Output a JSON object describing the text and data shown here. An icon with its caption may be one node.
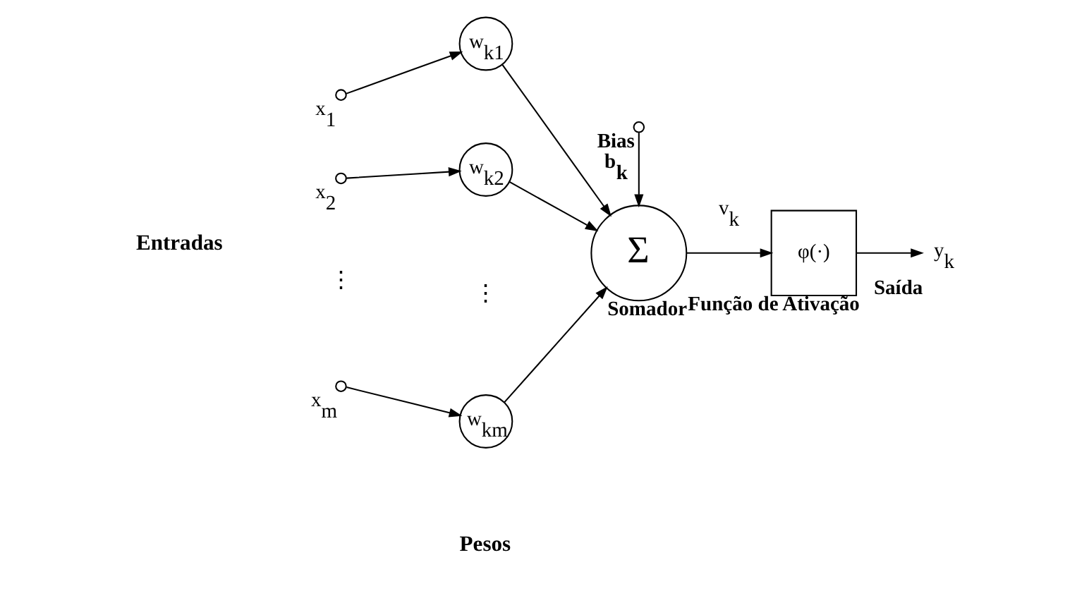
{
  "diagram": {
    "nodes": [
      {
        "text": [],
        "shape": "circle",
        "beside": [
          "x$_{1}$"
        ]
      },
      {
        "text": [],
        "shape": "circle",
        "beside": [
          "x$_{2}$"
        ]
      },
      {
        "text": [],
        "shape": "circle",
        "beside": [
          "x$_{m}$"
        ]
      },
      {
        "text": [
          "w$_{k1}$"
        ]
      },
      {
        "text": [
          "w$_{k2}$"
        ]
      },
      {
        "text": [
          "w$_{km}$"
        ]
      },
      {
        "text": [],
        "shape": "circle",
        "beside": [
          "Bias",
          "b$_{k}$"
        ]
      },
      {
        "text": [
          "Σ"
        ],
        "beside": [
          "Somador"
        ]
      },
      {
        "text": [
          "φ(·)"
        ],
        "beside": [
          "Função de Ativação"
        ]
      },
      {
        "text": [
          "y$_{k}$"
        ],
        "beside": [
          "Saída"
        ]
      }
    ],
    "edges": [
      {
        "from": 0,
        "to": 3,
        "arrow": "to"
      },
      {
        "from": 1,
        "to": 4,
        "arrow": "to"
      },
      {
        "from": 2,
        "to": 5,
        "arrow": "to"
      },
      {
        "from": 3,
        "to": 7,
        "arrow": "to"
      },
      {
        "from": 4,
        "to": 7,
        "arrow": "to"
      },
      {
        "from": 5,
        "to": 7,
        "arrow": "to"
      },
      {
        "from": 6,
        "to": 7,
        "arrow": "to"
      },
      {
        "from": 7,
        "to": 8,
        "label": "v$_{k}$",
        "arrow": "to"
      },
      {
        "from": 8,
        "to": 9,
        "arrow": "to"
      }
    ],
    "labels": [
      "Entradas",
      "⋮",
      "⋮",
      "Pesos"
    ]
  }
}
